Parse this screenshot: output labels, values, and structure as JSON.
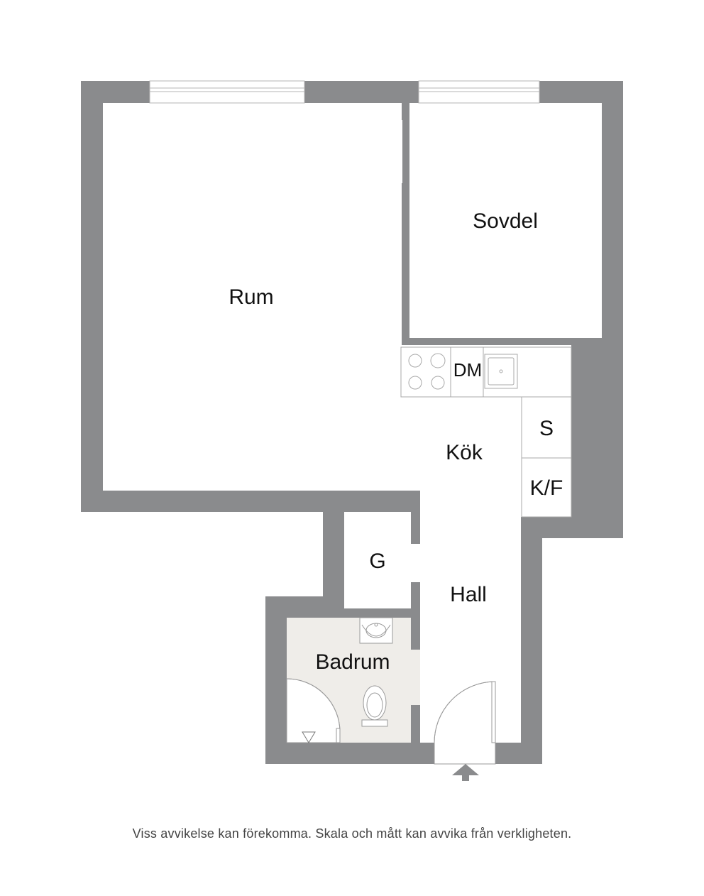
{
  "rooms": {
    "rum": "Rum",
    "sovdel": "Sovdel",
    "kok": "Kök",
    "hall": "Hall",
    "badrum": "Badrum",
    "g": "G",
    "s": "S",
    "kf": "K/F",
    "dm": "DM"
  },
  "disclaimer": "Viss avvikelse kan förekomma. Skala och mått kan avvika från verkligheten.",
  "colors": {
    "wall": "#8a8b8d",
    "floor": "#ffffff",
    "bathroom_floor": "#efede9",
    "fixture_line": "#9a9a9a"
  }
}
